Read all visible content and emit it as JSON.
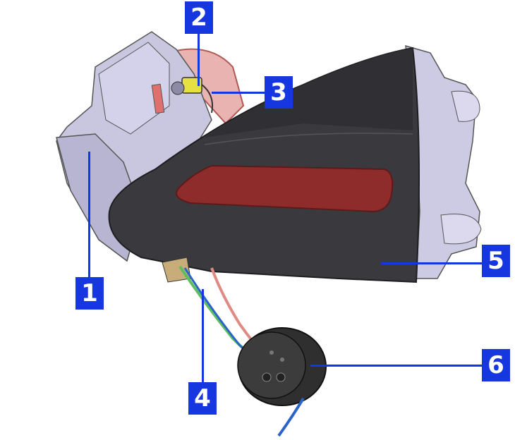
{
  "callouts": [
    {
      "id": "1",
      "label": "1"
    },
    {
      "id": "2",
      "label": "2"
    },
    {
      "id": "3",
      "label": "3"
    },
    {
      "id": "4",
      "label": "4"
    },
    {
      "id": "5",
      "label": "5"
    },
    {
      "id": "6",
      "label": "6"
    }
  ],
  "colors": {
    "callout_fill": "#1636e0",
    "callout_text": "#ffffff",
    "lens_dark": "#3a3a3e",
    "reflector_red": "#8e2b2b",
    "housing_lavender": "#c9c6e0",
    "wire_green": "#5fbf5f",
    "wire_blue": "#2a64c8",
    "wire_pink": "#e08a84",
    "grommet": "#353535"
  }
}
